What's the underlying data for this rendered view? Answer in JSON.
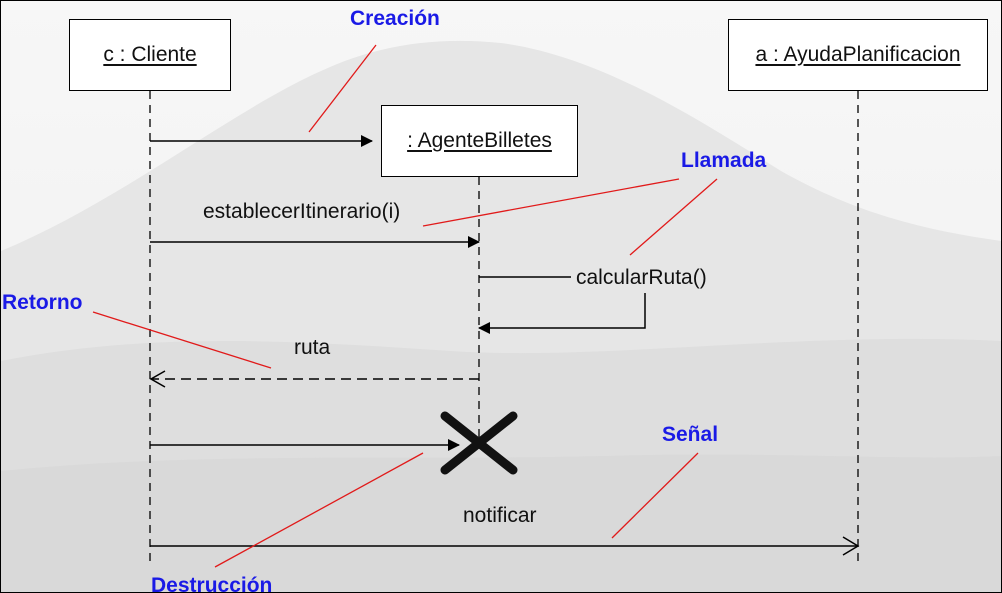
{
  "lifelines": {
    "cliente": "c : Cliente",
    "agente": ": AgenteBilletes",
    "ayuda": "a : AyudaPlanificacion"
  },
  "messages": {
    "establecer": "establecerItinerario(i)",
    "calcular": "calcularRuta()",
    "ruta": "ruta",
    "notificar": "notificar"
  },
  "notes": {
    "creacion": "Creación",
    "llamada": "Llamada",
    "retorno": "Retorno",
    "senal": "Señal",
    "destruccion": "Destrucción"
  },
  "colors": {
    "note_text": "#1a1ae6",
    "note_line": "#e11a1a",
    "line": "#000000"
  }
}
